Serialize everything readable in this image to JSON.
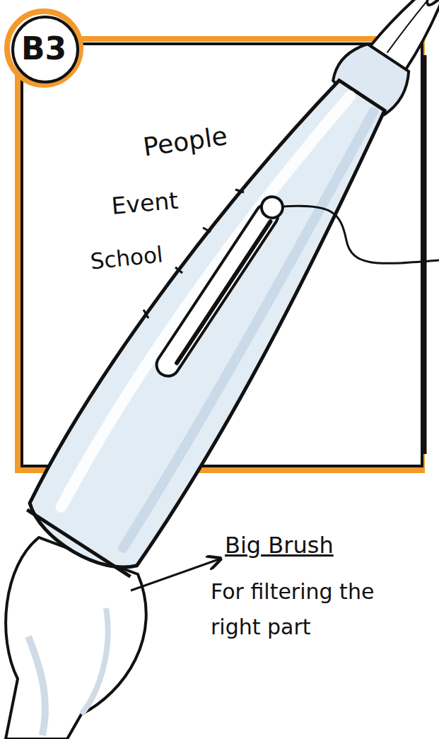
{
  "diagram": {
    "nodes": [
      {
        "text": [
          "B3"
        ]
      }
    ],
    "labels": [
      "People",
      "Event",
      "School",
      "Big Brush",
      "For filtering the right part"
    ]
  }
}
